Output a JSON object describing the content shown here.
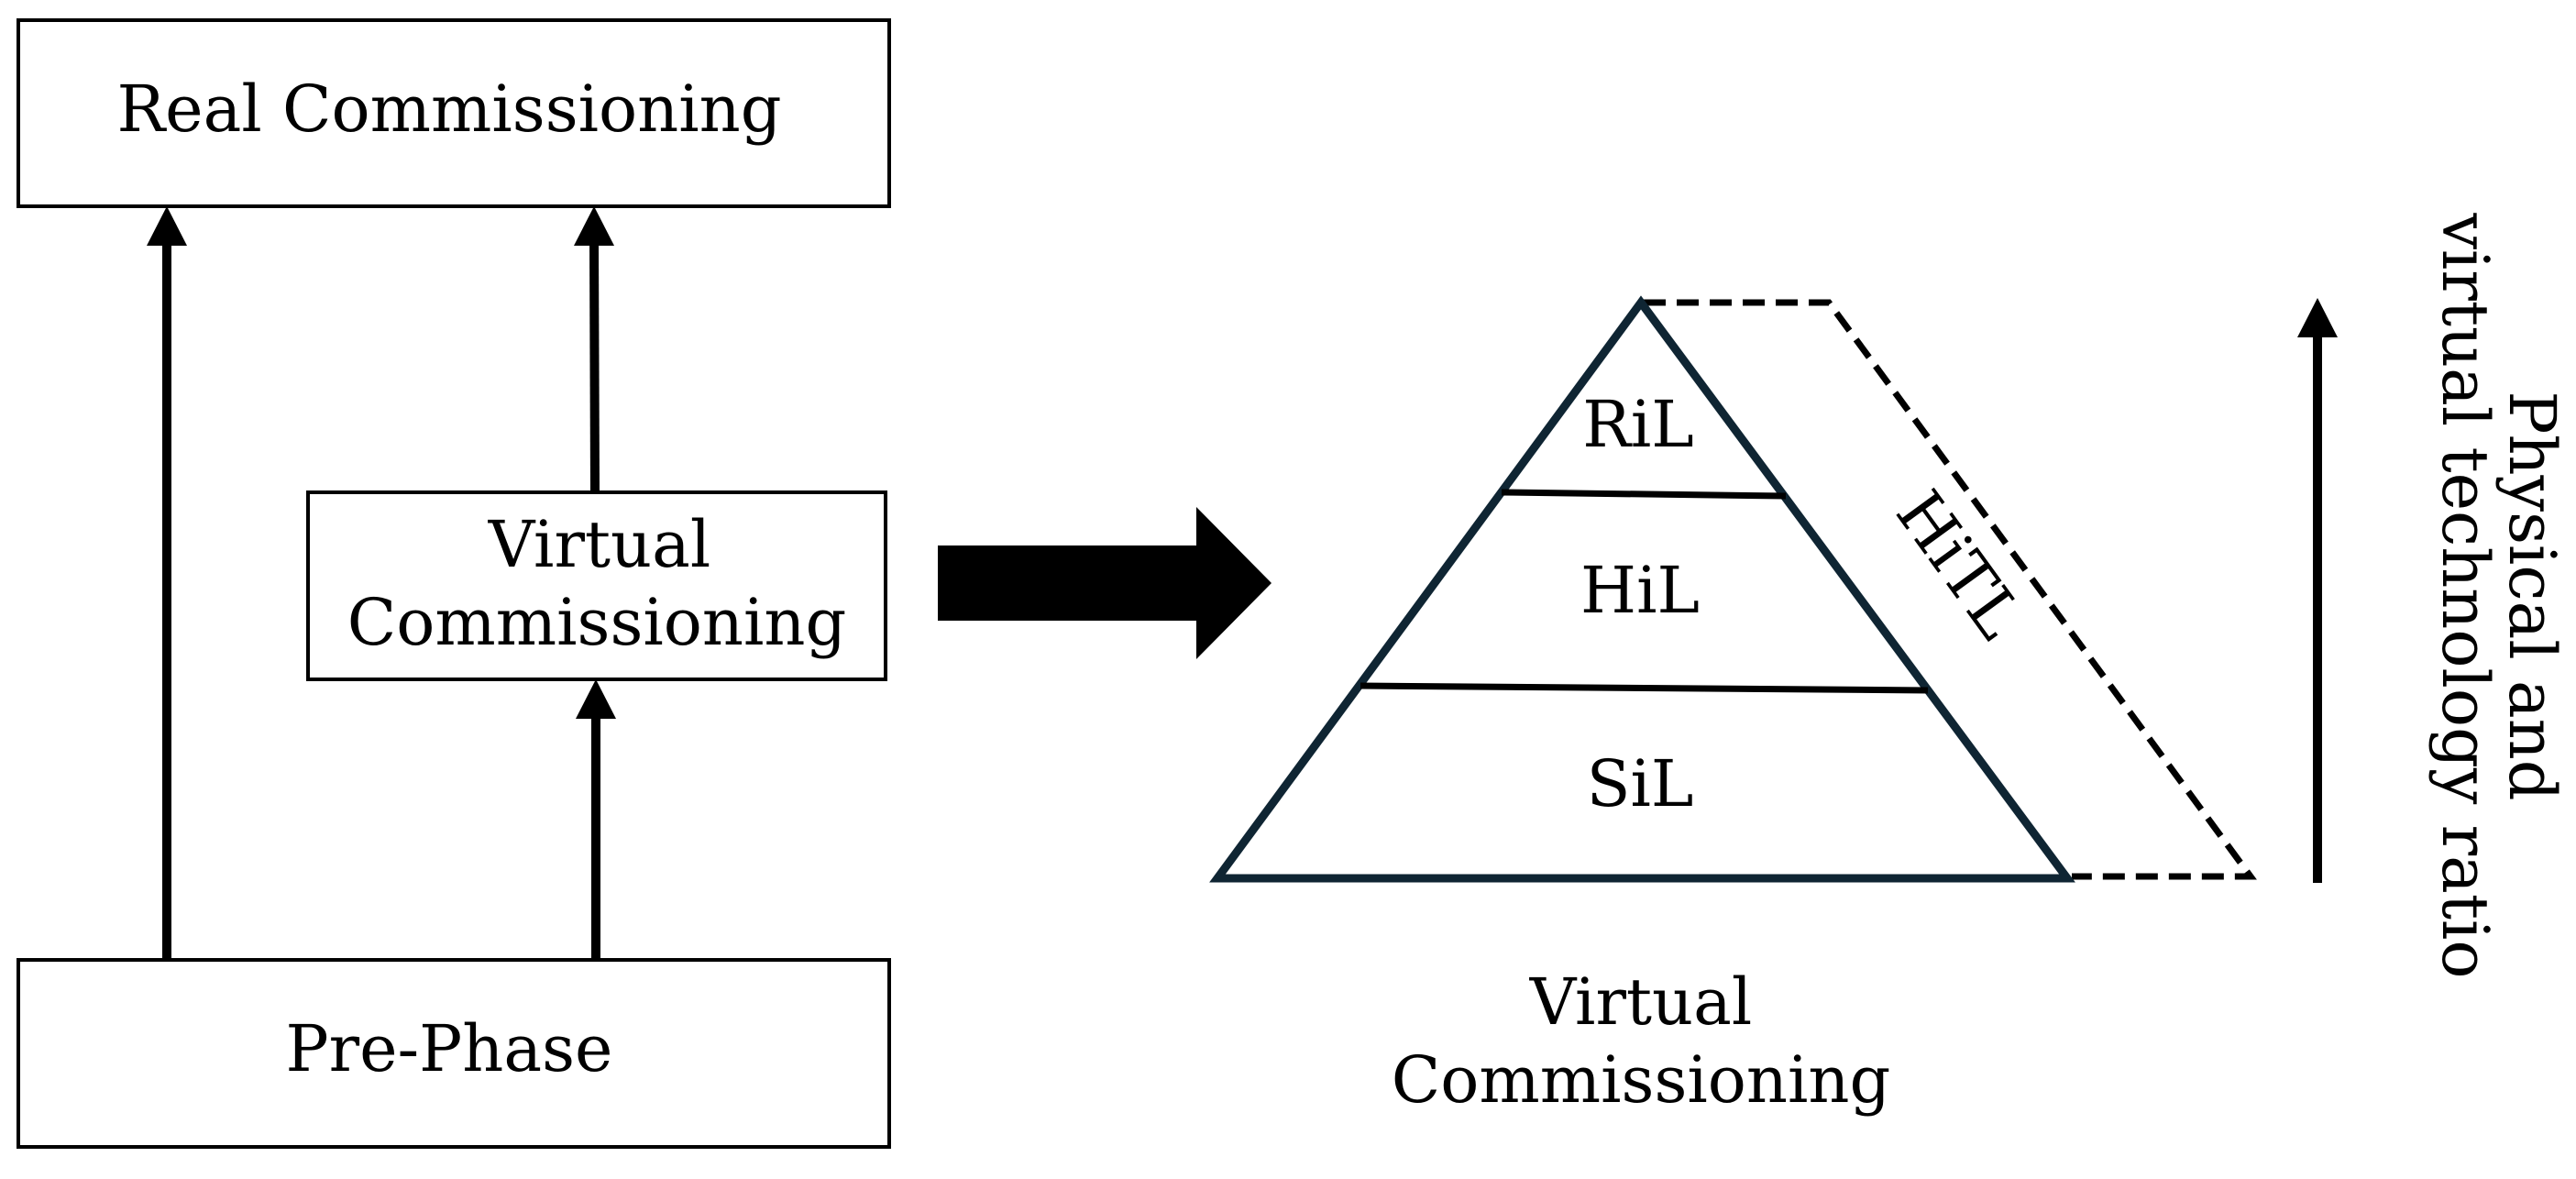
{
  "left_flow": {
    "real_commissioning": "Real Commissioning",
    "virtual_commissioning_line1": "Virtual",
    "virtual_commissioning_line2": "Commissioning",
    "pre_phase": "Pre-Phase"
  },
  "pyramid": {
    "layers": {
      "top": "RiL",
      "middle": "HiL",
      "bottom": "SiL"
    },
    "side_band_label": "HiTL",
    "caption_line1": "Virtual",
    "caption_line2": "Commissioning"
  },
  "ratio_axis": {
    "label_line1": "Physical and",
    "label_line2": "virtual technology ratio"
  },
  "colors": {
    "pyramid_outline": "#0f2533",
    "line": "#000000",
    "background": "#ffffff"
  }
}
